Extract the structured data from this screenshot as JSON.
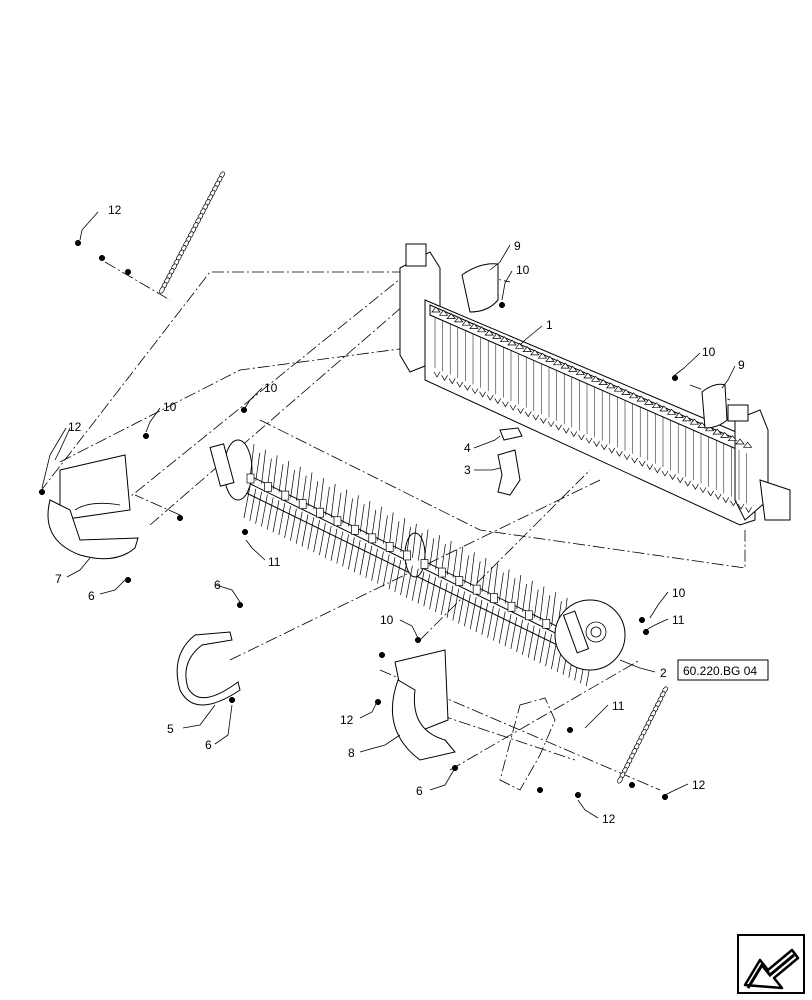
{
  "callouts": [
    {
      "id": "c12a",
      "label": "12"
    },
    {
      "id": "c9a",
      "label": "9"
    },
    {
      "id": "c10a",
      "label": "10"
    },
    {
      "id": "c1",
      "label": "1"
    },
    {
      "id": "c10b",
      "label": "10"
    },
    {
      "id": "c9b",
      "label": "9"
    },
    {
      "id": "c10c",
      "label": "10"
    },
    {
      "id": "c10d",
      "label": "10"
    },
    {
      "id": "c12b",
      "label": "12"
    },
    {
      "id": "c4",
      "label": "4"
    },
    {
      "id": "c3",
      "label": "3"
    },
    {
      "id": "c7",
      "label": "7"
    },
    {
      "id": "c6a",
      "label": "6"
    },
    {
      "id": "c11a",
      "label": "11"
    },
    {
      "id": "c6b",
      "label": "6"
    },
    {
      "id": "c10e",
      "label": "10"
    },
    {
      "id": "c10f",
      "label": "10"
    },
    {
      "id": "c11b",
      "label": "11"
    },
    {
      "id": "c2",
      "label": "2"
    },
    {
      "id": "c5",
      "label": "5"
    },
    {
      "id": "c6c",
      "label": "6"
    },
    {
      "id": "c12c",
      "label": "12"
    },
    {
      "id": "c8",
      "label": "8"
    },
    {
      "id": "c11c",
      "label": "11"
    },
    {
      "id": "c6d",
      "label": "6"
    },
    {
      "id": "c12d",
      "label": "12"
    },
    {
      "id": "c12e",
      "label": "12"
    }
  ],
  "reference_box": {
    "label": "60.220.BG 04"
  },
  "nav_icon": "next-page-arrow-icon"
}
